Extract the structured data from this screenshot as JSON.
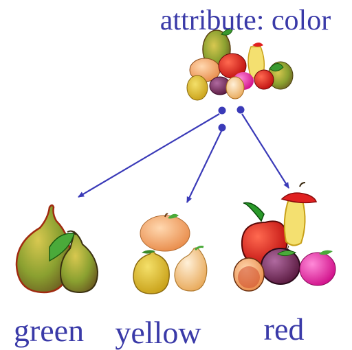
{
  "title": "attribute: color",
  "categories": [
    {
      "label": "green"
    },
    {
      "label": "yellow"
    },
    {
      "label": "red"
    }
  ],
  "colors": {
    "text": "#3a3aa8",
    "arrow": "#3a3ab8"
  }
}
